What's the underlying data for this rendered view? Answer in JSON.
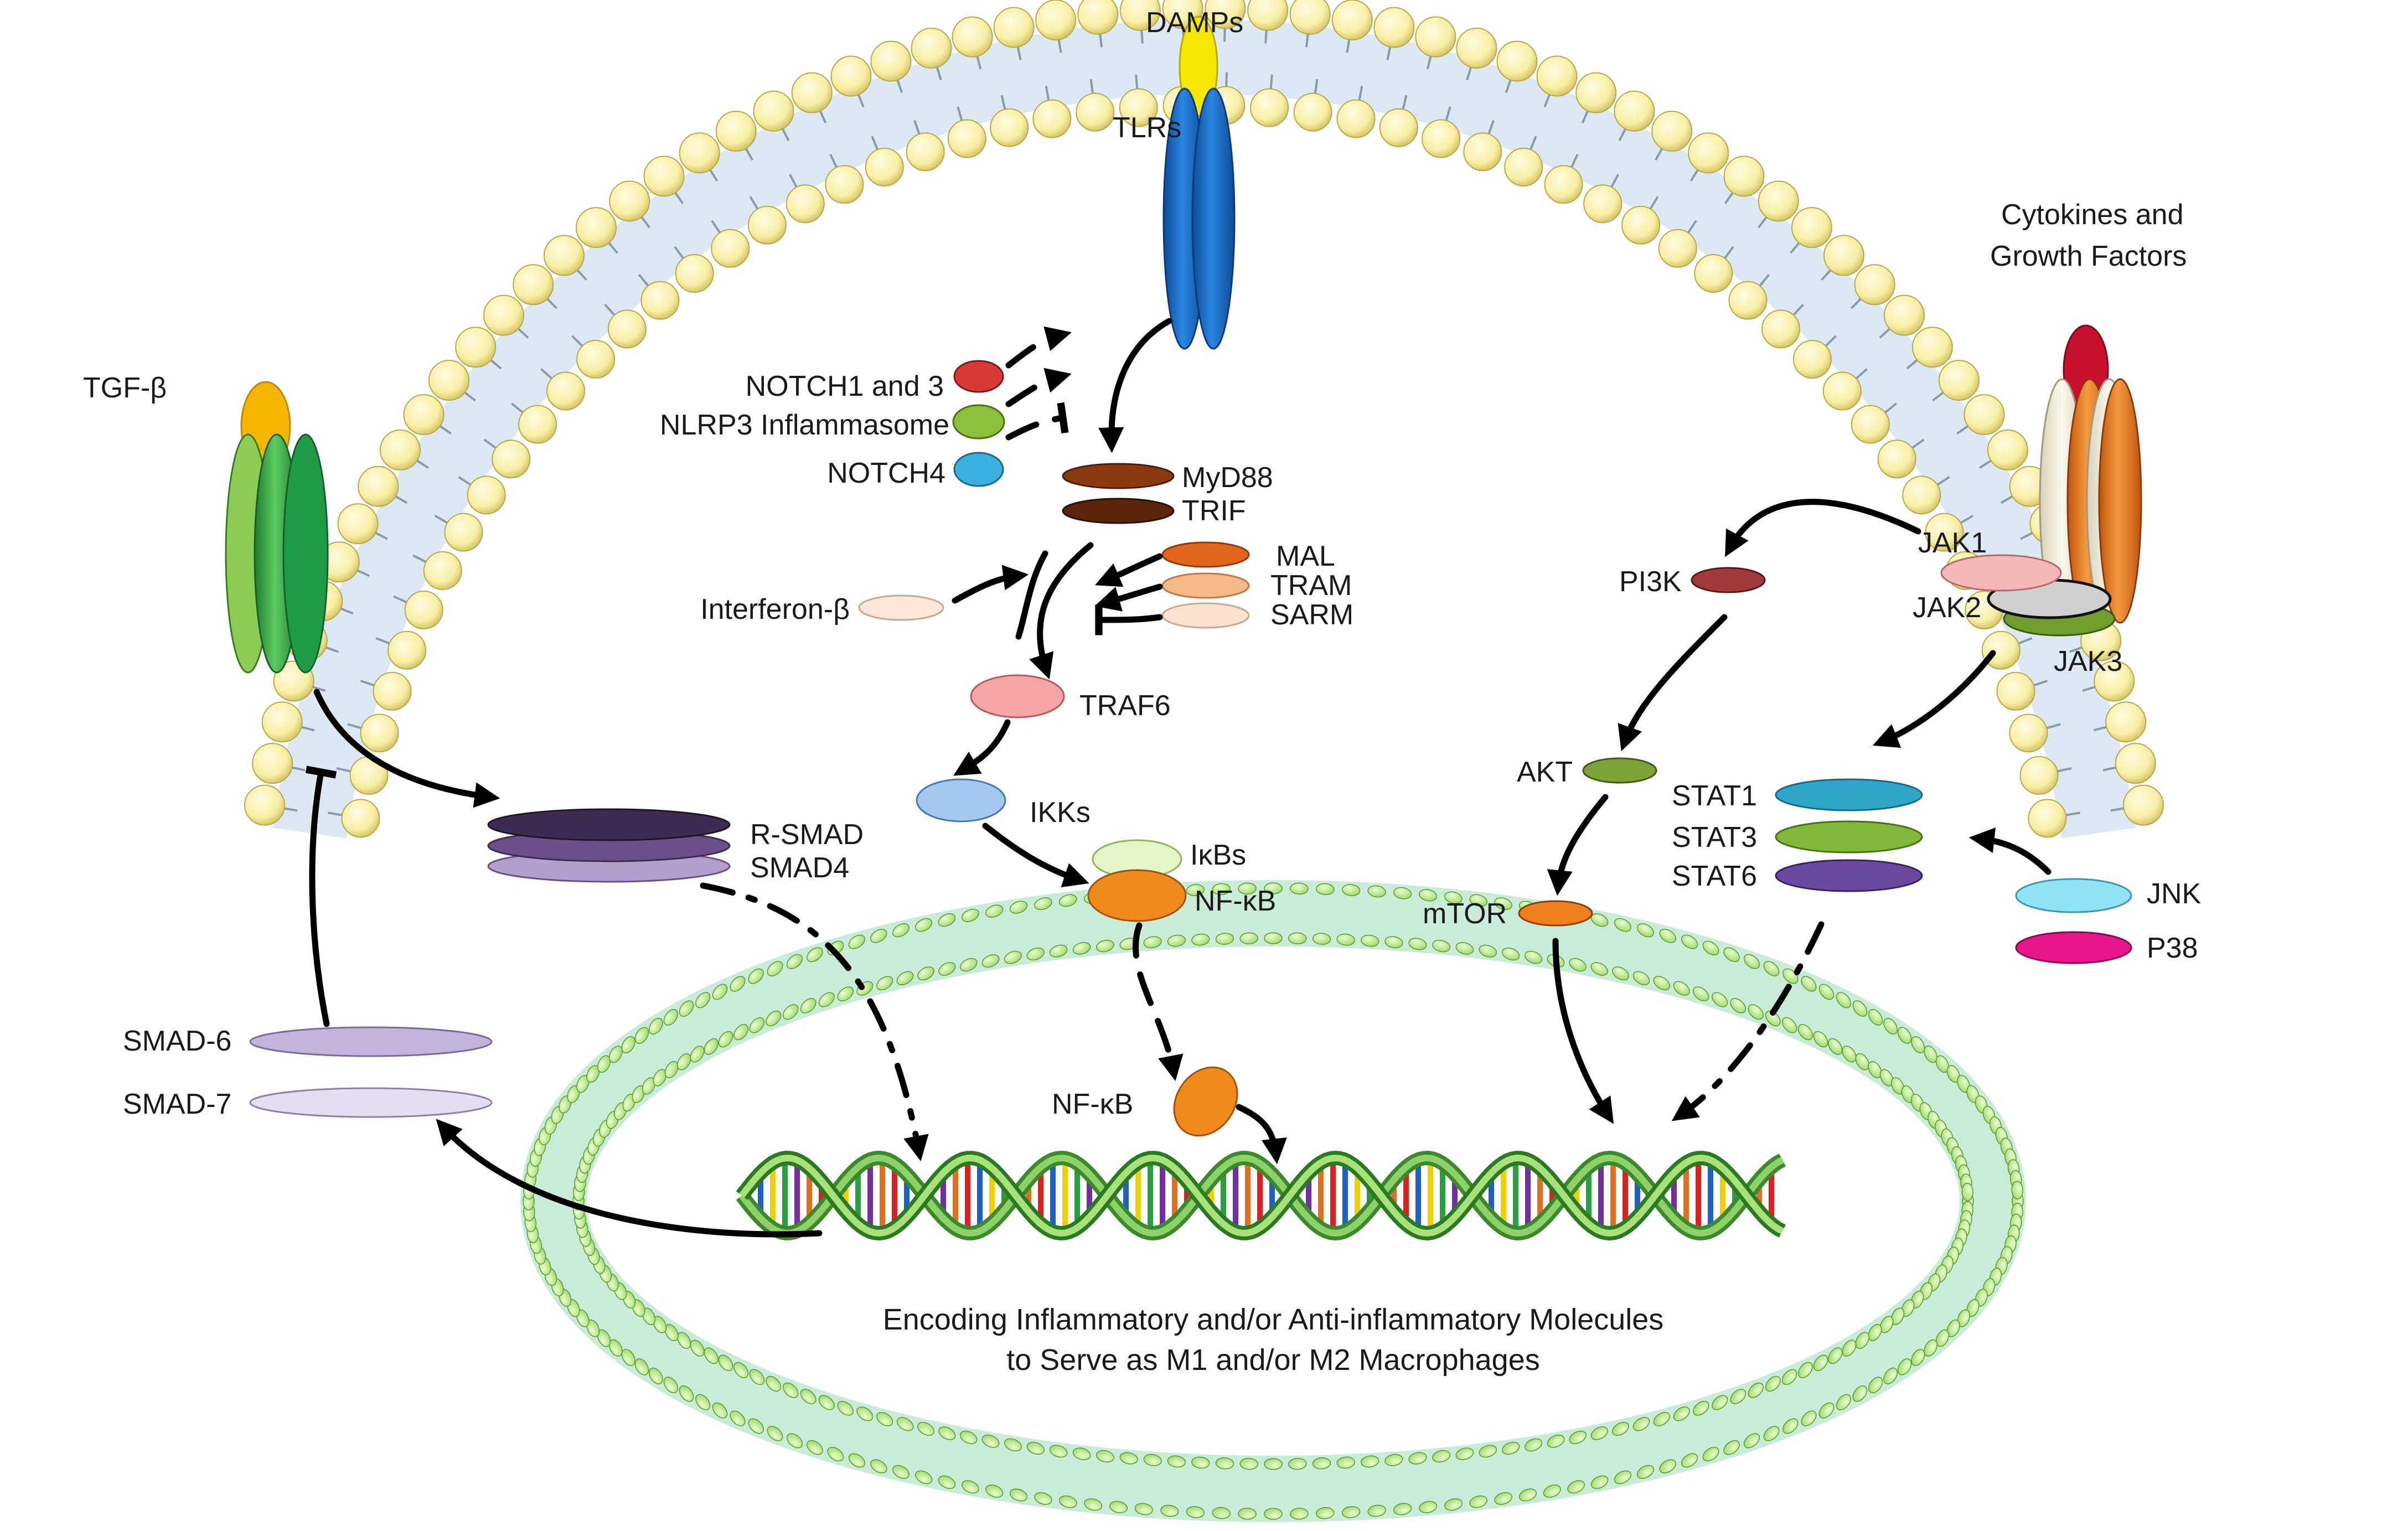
{
  "labels": {
    "damps": "DAMPs",
    "tlrs": "TLRs",
    "cytokines_line1": "Cytokines and",
    "cytokines_line2": "Growth Factors",
    "tgfb": "TGF-β",
    "notch13": "NOTCH1 and 3",
    "nlrp3": "NLRP3 Inflammasome",
    "notch4": "NOTCH4",
    "myd88": "MyD88",
    "trif": "TRIF",
    "mal": "MAL",
    "tram": "TRAM",
    "sarm": "SARM",
    "interferon": "Interferon-β",
    "traf6": "TRAF6",
    "ikks": "IKKs",
    "ikbs": "IκBs",
    "nfkb_cyto": "NF-κB",
    "nfkb_nuc": "NF-κB",
    "rsmad": "R-SMAD",
    "smad4": "SMAD4",
    "smad6": "SMAD-6",
    "smad7": "SMAD-7",
    "jak1": "JAK1",
    "jak2": "JAK2",
    "jak3": "JAK3",
    "pi3k": "PI3K",
    "akt": "AKT",
    "mtor": "mTOR",
    "stat1": "STAT1",
    "stat3": "STAT3",
    "stat6": "STAT6",
    "jnk": "JNK",
    "p38": "P38",
    "caption_line1": "Encoding Inflammatory and/or Anti-inflammatory Molecules",
    "caption_line2": "to Serve as M1 and/or M2 Macrophages"
  },
  "colors": {
    "lipid_head": "#f8efa4",
    "membrane_band": "#d8e7f3",
    "nuclear_band": "#c7ecd9",
    "tlr_blue": "#1565c0",
    "damp_yellow": "#f5e800",
    "tgf_green": "#3aa64a",
    "tgf_cap": "#f4b400",
    "receptor_red": "#c8102e",
    "receptor_orange": "#e8731a",
    "myd88": "#8b3a0f",
    "trif": "#5a2508",
    "mal": "#e0661c",
    "tram": "#f7b98a",
    "sarm": "#fbe2d0",
    "traf6": "#f5a5a5",
    "ikks": "#a5c8f0",
    "ikbs": "#e4f5c8",
    "nfkb": "#f08a1c",
    "smad_dark": "#3d2c52",
    "smad_mid": "#6b4f8a",
    "smad_light": "#b39fcc",
    "smad6": "#c2b4dc",
    "smad7": "#e4def0",
    "jak1": "#f5b8b8",
    "jak2": "#d0d0d0",
    "jak3": "#6f9e2e",
    "pi3k": "#a33a3a",
    "akt": "#7ea23a",
    "mtor": "#f0801c",
    "stat1": "#2fa5c8",
    "stat3": "#82b83a",
    "stat6": "#6a4aa0",
    "jnk": "#8fe3f5",
    "p38": "#e8168a",
    "notch13": "#d83a3a",
    "nlrp3": "#8ac03a",
    "notch4": "#3ab0e0",
    "interferon": "#fce6d8"
  }
}
